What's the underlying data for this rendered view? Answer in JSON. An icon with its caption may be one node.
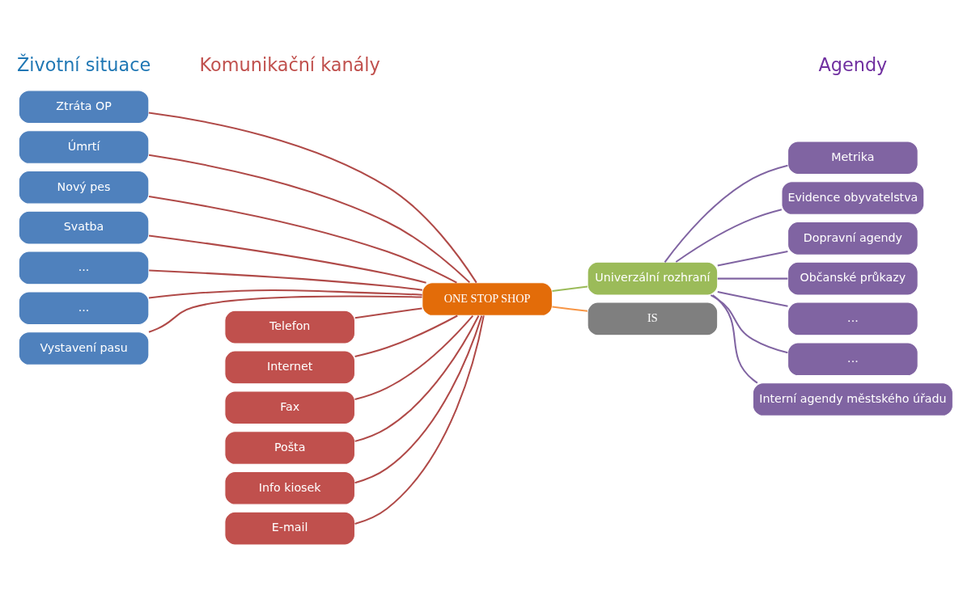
{
  "diagram": {
    "nodes": [
      {
        "text": [
          "Ztráta OP"
        ]
      },
      {
        "text": [
          "Úmrtí"
        ]
      },
      {
        "text": [
          "Nový pes"
        ]
      },
      {
        "text": [
          "Svatba"
        ]
      },
      {
        "text": [
          "..."
        ]
      },
      {
        "text": [
          "..."
        ]
      },
      {
        "text": [
          "Vystavení pasu"
        ]
      },
      {
        "text": [
          "Telefon"
        ]
      },
      {
        "text": [
          "Internet"
        ]
      },
      {
        "text": [
          "Fax"
        ]
      },
      {
        "text": [
          "Pošta"
        ]
      },
      {
        "text": [
          "Info kiosek"
        ]
      },
      {
        "text": [
          "E-mail"
        ]
      },
      {
        "text": [
          "ONE STOP SHOP"
        ]
      },
      {
        "text": [
          "Univerzální rozhraní"
        ]
      },
      {
        "text": [
          "IS"
        ]
      },
      {
        "text": [
          "Metrika"
        ]
      },
      {
        "text": [
          "Evidence obyvatelstva"
        ]
      },
      {
        "text": [
          "Dopravní agendy"
        ]
      },
      {
        "text": [
          "Občanské průkazy"
        ]
      },
      {
        "text": [
          "..."
        ]
      },
      {
        "text": [
          "..."
        ]
      },
      {
        "text": [
          "Interní agendy městského úřadu"
        ]
      }
    ],
    "edges": [
      {
        "from": 0,
        "to": 13,
        "arrow": "none"
      },
      {
        "from": 1,
        "to": 13,
        "arrow": "none"
      },
      {
        "from": 2,
        "to": 13,
        "arrow": "none"
      },
      {
        "from": 3,
        "to": 13,
        "arrow": "none"
      },
      {
        "from": 4,
        "to": 13,
        "arrow": "none"
      },
      {
        "from": 5,
        "to": 13,
        "arrow": "none"
      },
      {
        "from": 6,
        "to": 13,
        "arrow": "none"
      },
      {
        "from": 7,
        "to": 13,
        "arrow": "none"
      },
      {
        "from": 8,
        "to": 13,
        "arrow": "none"
      },
      {
        "from": 9,
        "to": 13,
        "arrow": "none"
      },
      {
        "from": 10,
        "to": 13,
        "arrow": "none"
      },
      {
        "from": 11,
        "to": 13,
        "arrow": "none"
      },
      {
        "from": 12,
        "to": 13,
        "arrow": "none"
      },
      {
        "from": 13,
        "to": 14,
        "arrow": "none",
        "color": "#9bbb59"
      },
      {
        "from": 13,
        "to": 15,
        "arrow": "none",
        "color": "#f79646"
      },
      {
        "from": 14,
        "to": 16,
        "arrow": "none",
        "color": "#8064a2"
      },
      {
        "from": 14,
        "to": 17,
        "arrow": "none",
        "color": "#8064a2"
      },
      {
        "from": 14,
        "to": 18,
        "arrow": "none",
        "color": "#8064a2"
      },
      {
        "from": 14,
        "to": 19,
        "arrow": "none",
        "color": "#8064a2"
      },
      {
        "from": 14,
        "to": 20,
        "arrow": "none",
        "color": "#8064a2"
      },
      {
        "from": 14,
        "to": 21,
        "arrow": "none",
        "color": "#8064a2"
      },
      {
        "from": 14,
        "to": 22,
        "arrow": "none",
        "color": "#8064a2"
      }
    ],
    "labels": [
      "Životní situace",
      "Komunikační kanály",
      "Agendy"
    ]
  }
}
